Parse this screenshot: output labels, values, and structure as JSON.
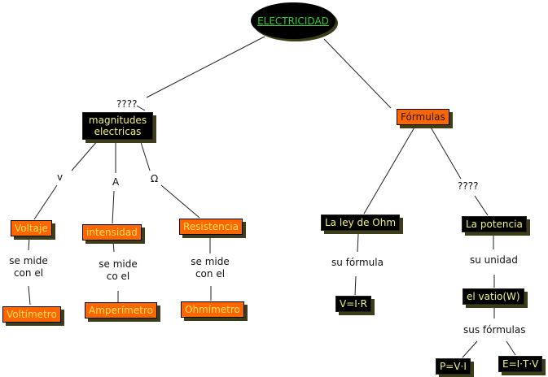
{
  "root": {
    "label": "ELECTRICIDAD",
    "text_color": "#33cc33"
  },
  "colors": {
    "orange_node": "#ff6600",
    "orange_text": "#ffe066",
    "black_node": "#000000",
    "black_text": "#f0f080"
  },
  "left": {
    "link_label": "????",
    "node": "magnitudes electricas",
    "branches": [
      {
        "link": "v",
        "node": "Voltaje",
        "link2": "se mide con el",
        "leaf": "Voltímetro"
      },
      {
        "link": "A",
        "node": "intensidad",
        "link2": "se mide co el",
        "leaf": "Amperímetro"
      },
      {
        "link": "Ω",
        "node": "Resistencia",
        "link2": "se mide con el",
        "leaf": "Ohmímetro"
      }
    ]
  },
  "right": {
    "node": "Fórmulas",
    "ohm": {
      "node": "La ley de Ohm",
      "link": "su fórmula",
      "leaf": "V=I·R"
    },
    "power": {
      "link_label": "????",
      "node": "La potencia",
      "link": "su unidad",
      "unit": "el vatio(W)",
      "link2": "sus fórmulas",
      "leaves": [
        "P=V·I",
        "E=I·T·V"
      ]
    }
  }
}
